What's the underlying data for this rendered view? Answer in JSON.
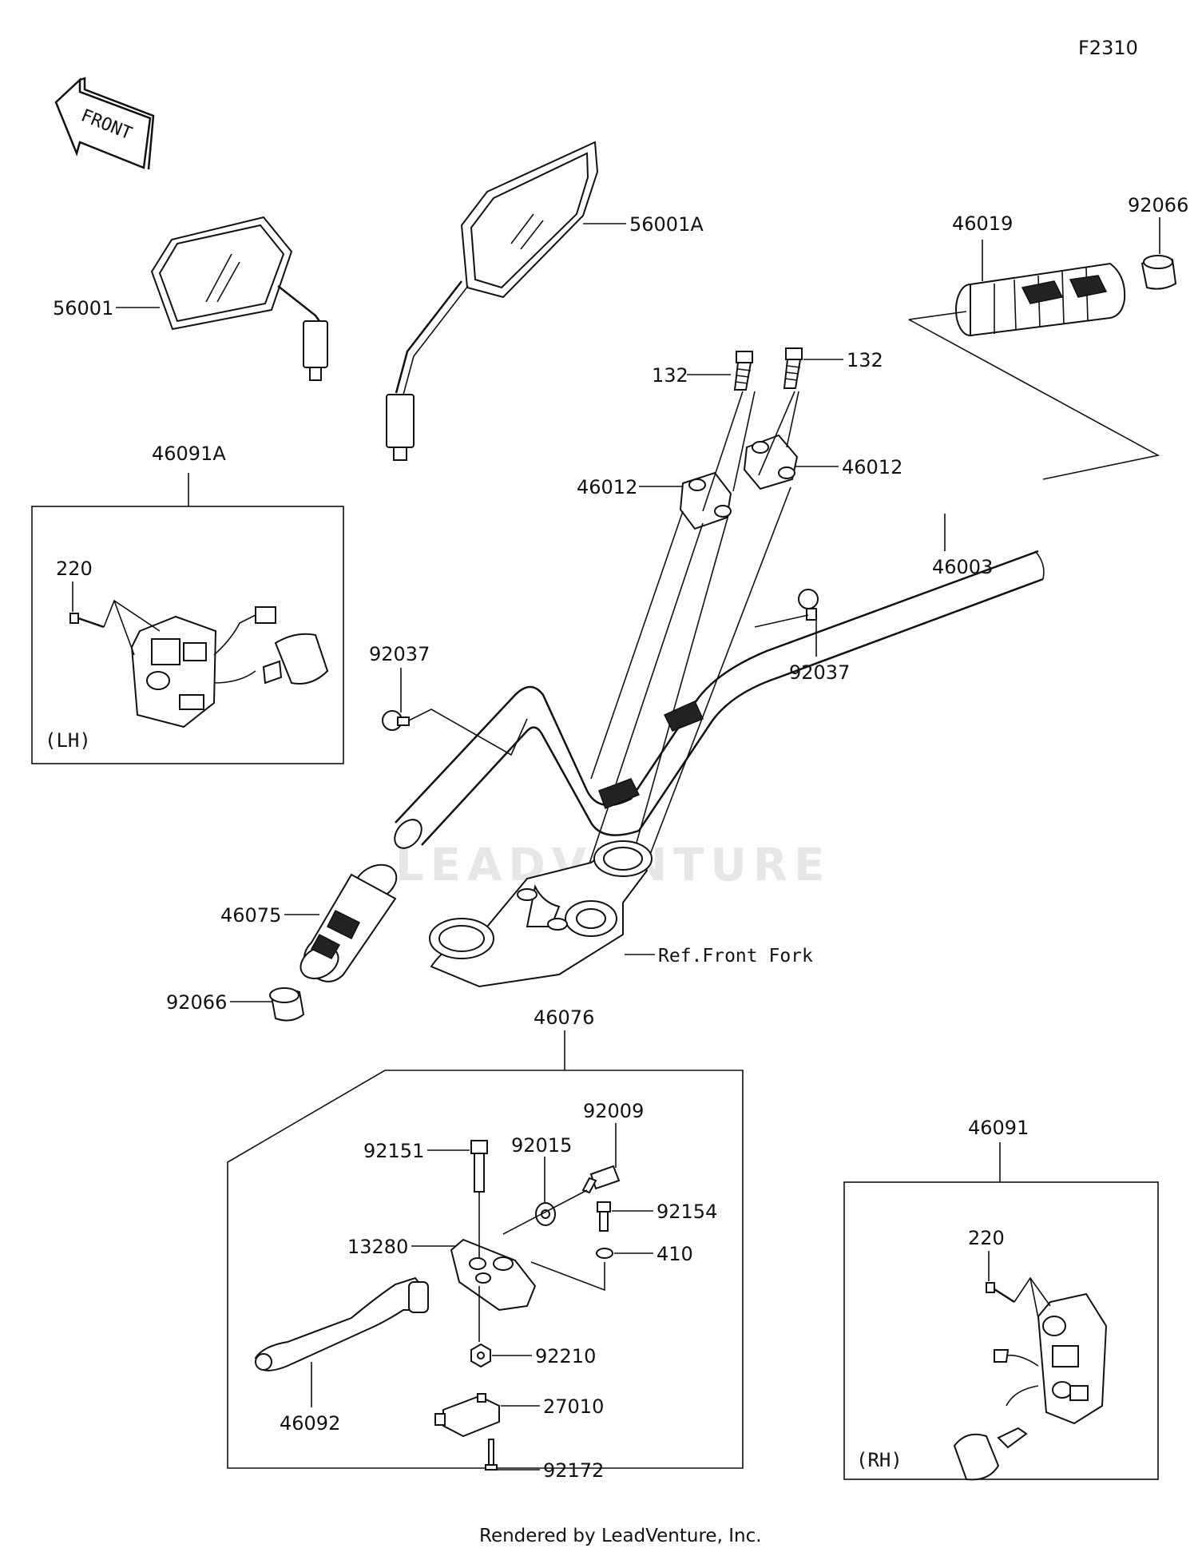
{
  "diagram_code": "F2310",
  "front_label": "FRONT",
  "footer": "Rendered by LeadVenture, Inc.",
  "watermark": "LEADVENTURE",
  "reference_note": "Ref.Front Fork",
  "box_tags": {
    "left_switch": "(LH)",
    "right_switch": "(RH)"
  },
  "labels": {
    "mirror_left": "56001",
    "mirror_right": "56001A",
    "grip_right": "46019",
    "weight_right": "92066",
    "bolt_left": "132",
    "bolt_right": "132",
    "holder_left": "46012",
    "holder_right": "46012",
    "handlebar": "46003",
    "clamp_left": "92037",
    "clamp_right": "92037",
    "switch_left_assy": "46091A",
    "screw_left_switch": "220",
    "grip_left": "46075",
    "weight_left": "92066",
    "lever_assy": "46076",
    "bolt_92151": "92151",
    "washer_92015": "92015",
    "bolt_92009": "92009",
    "bolt_92154": "92154",
    "bracket_13280": "13280",
    "washer_410": "410",
    "nut_92210": "92210",
    "lever_46092": "46092",
    "switch_27010": "27010",
    "screw_92172": "92172",
    "switch_right_assy": "46091",
    "screw_right_switch": "220"
  }
}
